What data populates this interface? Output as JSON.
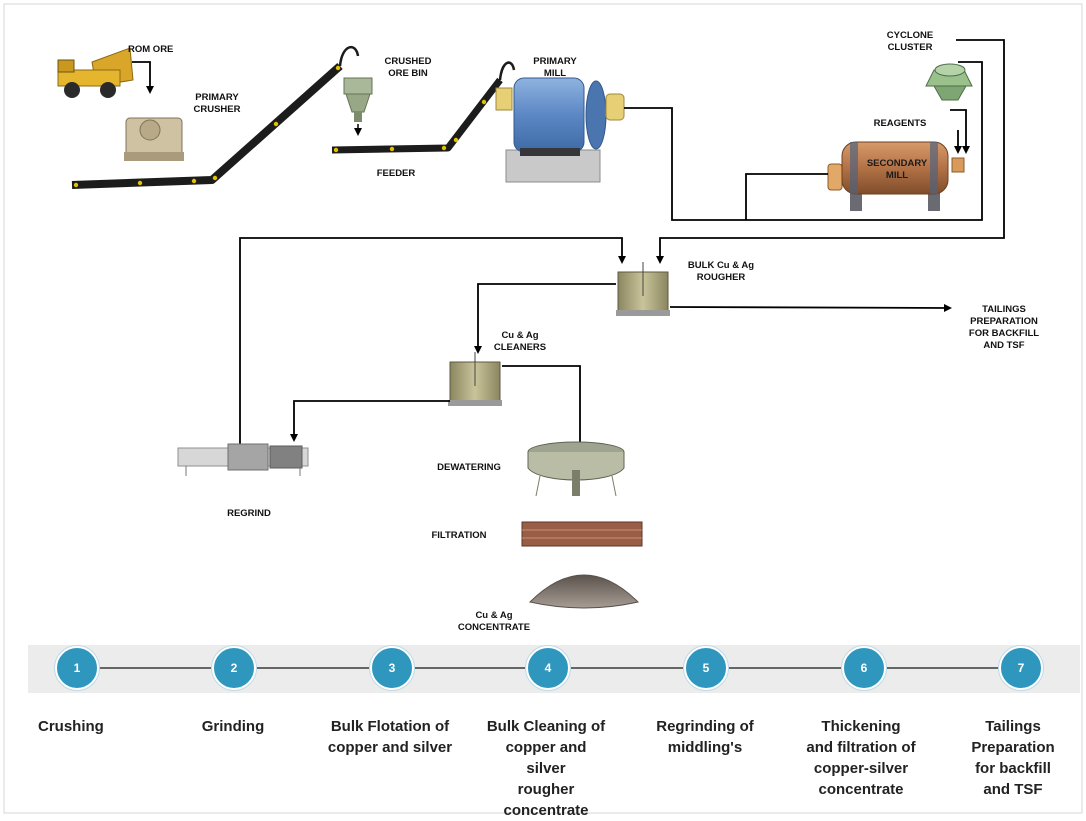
{
  "labels": {
    "rom_ore": "ROM ORE",
    "primary_crusher": "PRIMARY\nCRUSHER",
    "crushed_ore_bin": "CRUSHED\nORE BIN",
    "primary_mill": "PRIMARY\nMILL",
    "feeder": "FEEDER",
    "cyclone_cluster": "CYCLONE\nCLUSTER",
    "reagents": "REAGENTS",
    "secondary_mill": "SECONDARY\nMILL",
    "bulk_rougher": "BULK Cu & Ag\nROUGHER",
    "tailings": "TAILINGS\nPREPARATION\nFOR BACKFILL\nAND TSF",
    "cleaners": "Cu & Ag\nCLEANERS",
    "dewatering": "DEWATERING",
    "regrind": "REGRIND",
    "filtration": "FILTRATION",
    "concentrate": "Cu & Ag\nCONCENTRATE"
  },
  "steps": [
    {
      "number": "1",
      "label": "Crushing"
    },
    {
      "number": "2",
      "label": "Grinding"
    },
    {
      "number": "3",
      "label": "Bulk Flotation of\ncopper and silver"
    },
    {
      "number": "4",
      "label": "Bulk Cleaning of\ncopper and\nsilver\nrougher\nconcentrate"
    },
    {
      "number": "5",
      "label": "Regrinding of\nmiddling's"
    },
    {
      "number": "6",
      "label": "Thickening\nand filtration of\ncopper-silver\nconcentrate"
    },
    {
      "number": "7",
      "label": "Tailings\nPreparation\nfor backfill\nand TSF"
    }
  ],
  "colors": {
    "step_circle": "#2f97bd",
    "mill_blue": "#5b87c4",
    "mill_bronze": "#b27246",
    "conveyor": "#1c1c1c"
  }
}
